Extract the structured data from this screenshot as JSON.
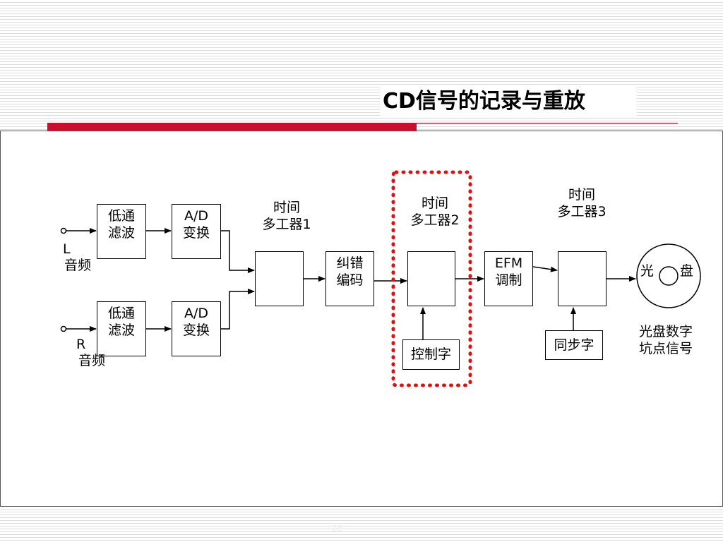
{
  "slide": {
    "title": "CD信号的记录与重放",
    "page_number": "25",
    "accent_color": "#c8102e"
  },
  "diagram": {
    "lpf_top": [
      "低通",
      "滤波"
    ],
    "ad_top": [
      "A/D",
      "变换"
    ],
    "lpf_bottom": [
      "低通",
      "滤波"
    ],
    "ad_bottom": [
      "A/D",
      "变换"
    ],
    "left_input_letter": "L",
    "left_input_label": "音频",
    "right_input_letter": "R",
    "right_input_label": "音频",
    "mux1_label": [
      "时间",
      "多工器1"
    ],
    "ecc": [
      "纠错",
      "编码"
    ],
    "mux2_label": [
      "时间",
      "多工器2"
    ],
    "control_word": "控制字",
    "efm": [
      "EFM",
      "调制"
    ],
    "mux3_label": [
      "时间",
      "多工器3"
    ],
    "sync_word": "同步字",
    "disc_label_left": "光",
    "disc_label_right": "盘",
    "disc_signal": [
      "光盘数字",
      "坑点信号"
    ],
    "highlight_color": "#e01010"
  }
}
